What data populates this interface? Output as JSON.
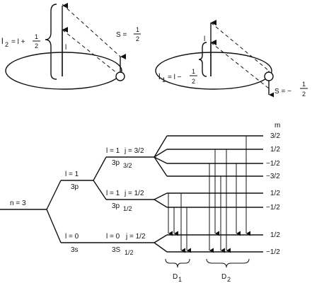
{
  "vector_left": {
    "j_label": "l",
    "j_sub": "2",
    "j_expr": "= l +",
    "frac_num": "1",
    "frac_den": "2",
    "l_label": "l",
    "s_label": "S =",
    "s_num": "1",
    "s_den": "2"
  },
  "vector_right": {
    "j_label": "l",
    "j_sub": "1",
    "j_expr": "= l −",
    "frac_num": "1",
    "frac_den": "2",
    "l_label": "l",
    "s_label": "S = −",
    "s_num": "1",
    "s_den": "2"
  },
  "levels": {
    "n_label": "n = 3",
    "p_label": "l = 1",
    "p_name": "3p",
    "s_label": "l = 0",
    "s_name": "3s",
    "p32_l": "l = 1",
    "p32_j": "j = 3/2",
    "p32_name": "3p",
    "p32_sub": "3/2",
    "p12_l": "l = 1",
    "p12_j": "j = 1/2",
    "p12_name": "3p",
    "p12_sub": "1/2",
    "s12_l": "l = 0",
    "s12_j": "j = 1/2",
    "s12_name": "3S",
    "s12_sub": "1/2"
  },
  "m_header": "m",
  "m_values": [
    "3/2",
    "1/2",
    "−1/2",
    "−3/2",
    "1/2",
    "−1/2",
    "1/2",
    "−1/2"
  ],
  "d_lines": {
    "d1": "D",
    "d1_sub": "1",
    "d2": "D",
    "d2_sub": "2"
  }
}
